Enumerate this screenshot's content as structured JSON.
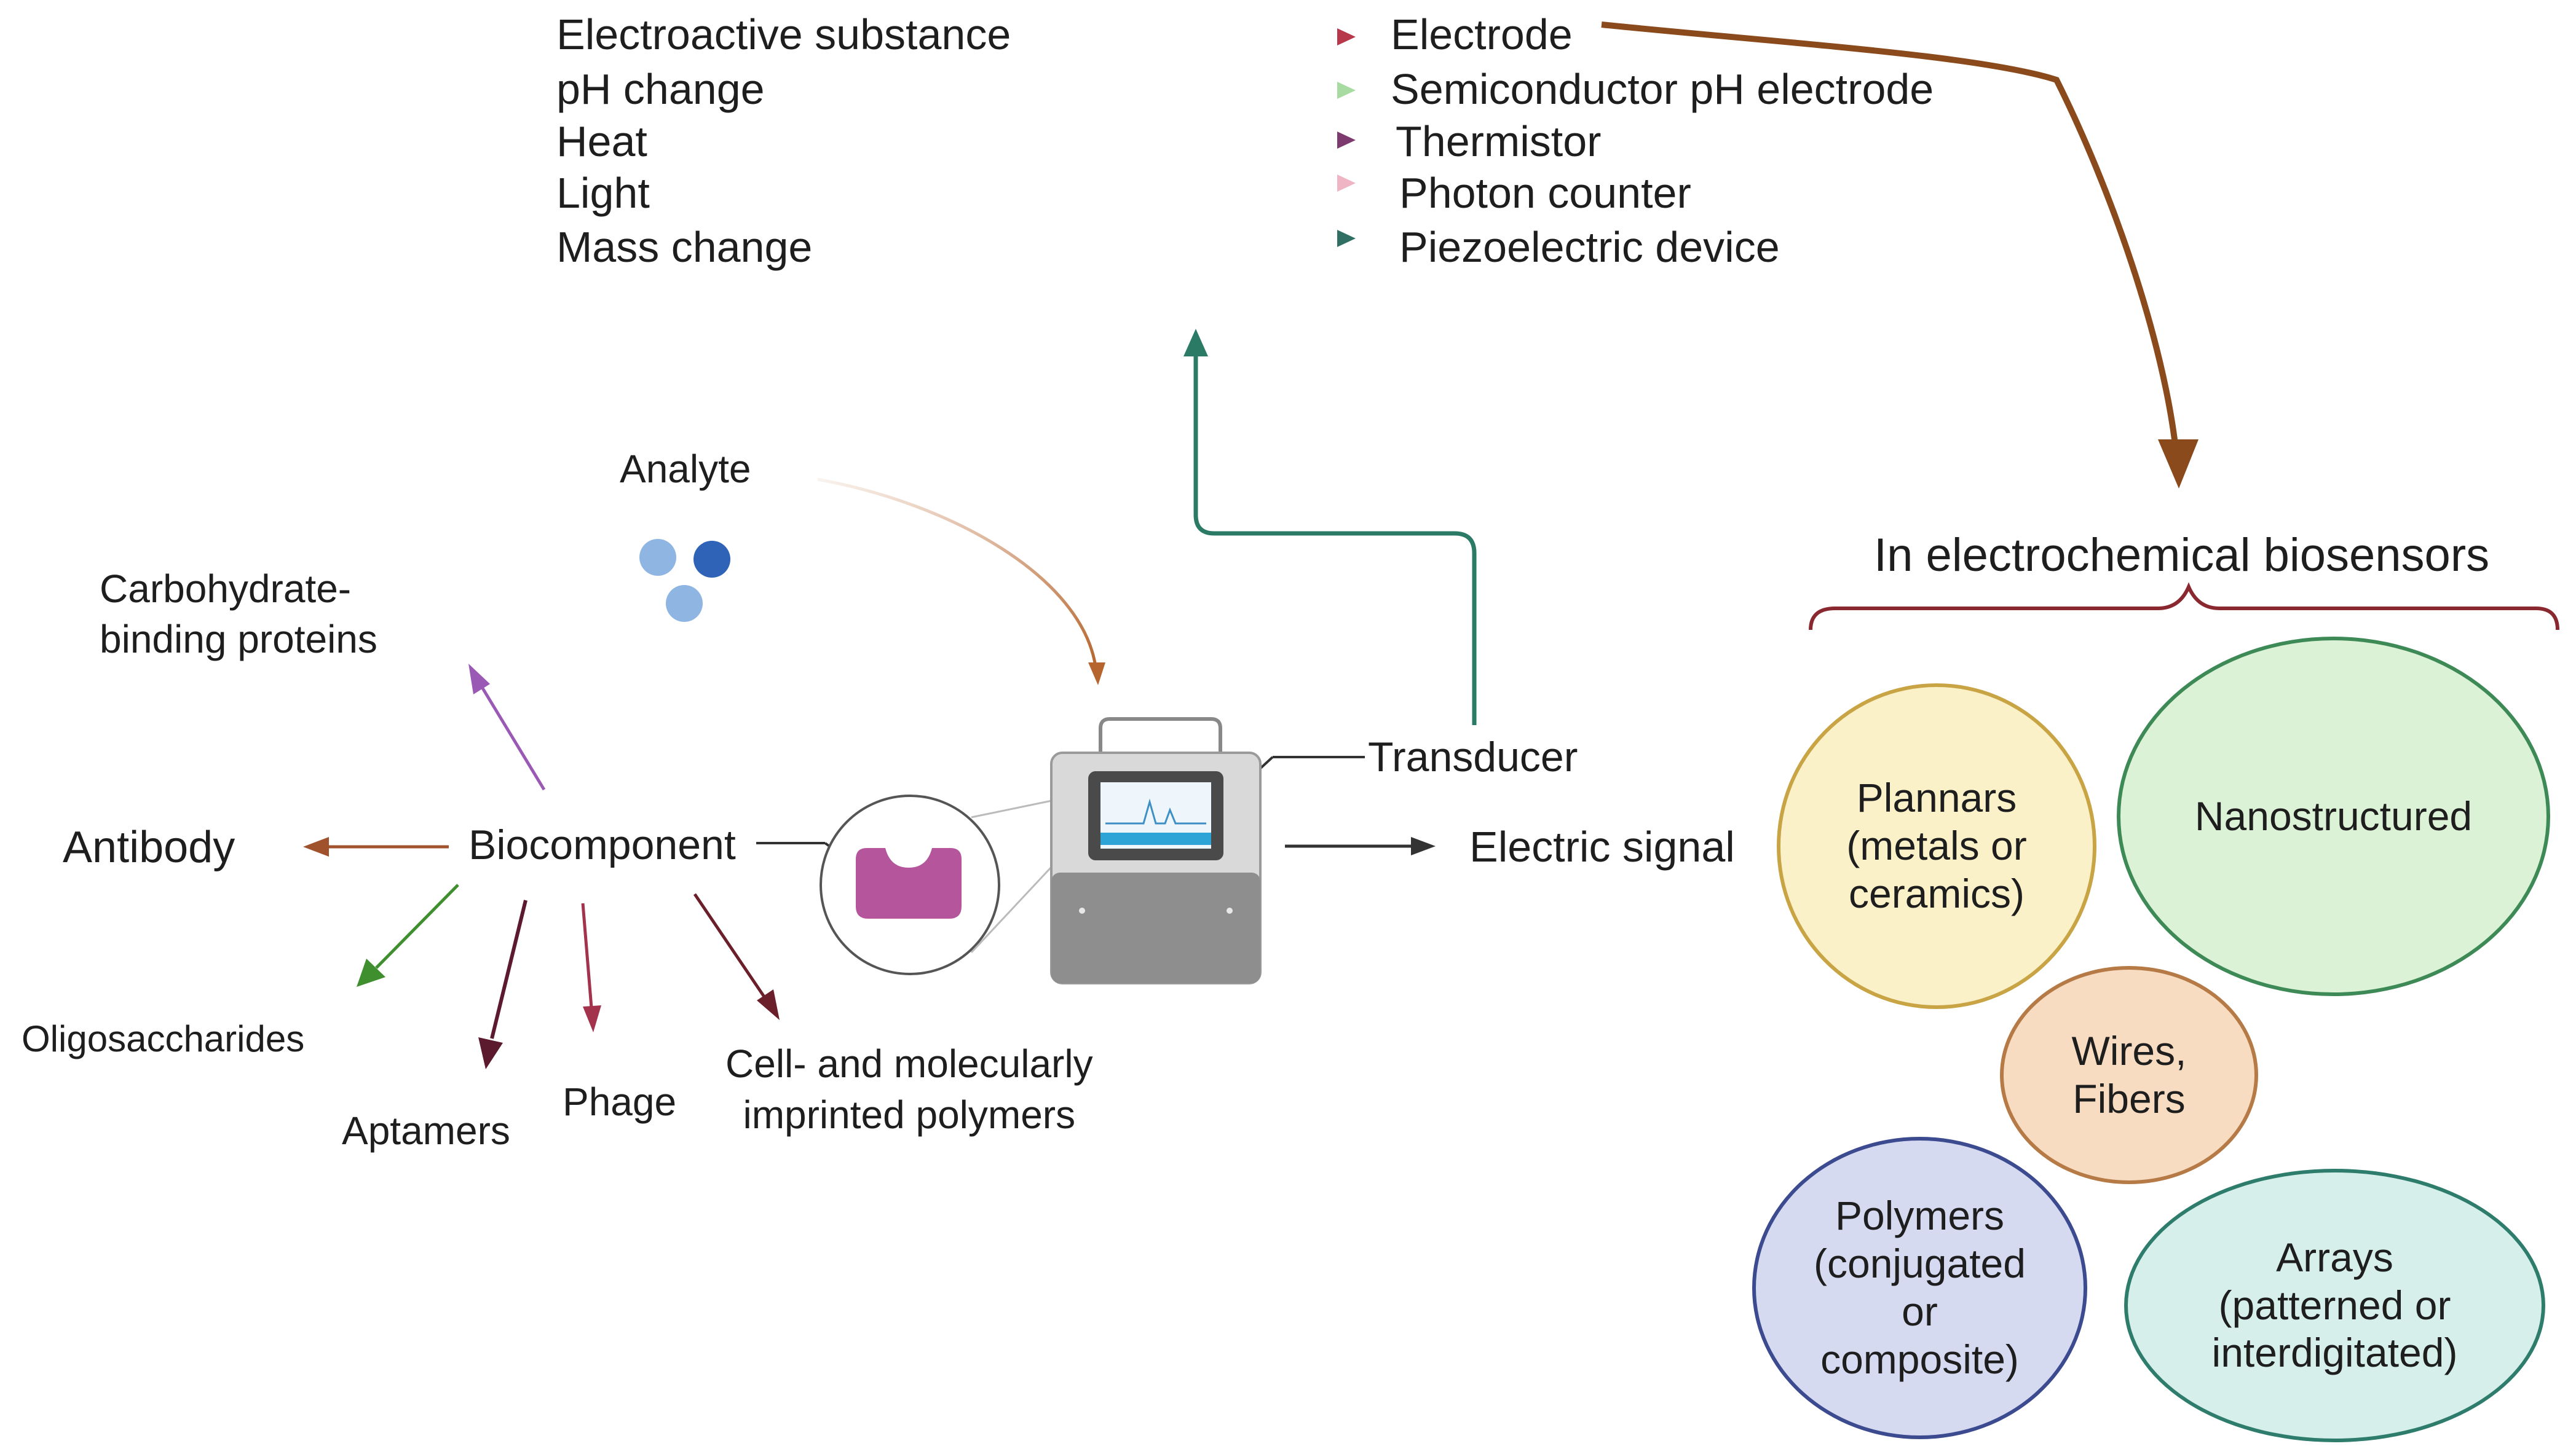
{
  "signal_mapping": [
    {
      "signal": "Electroactive substance",
      "transducer": "Electrode",
      "color": "#b7384b"
    },
    {
      "signal": "pH change",
      "transducer": "Semiconductor pH electrode",
      "color": "#a8dba1"
    },
    {
      "signal": "Heat",
      "transducer": "Thermistor",
      "color": "#7d3a6f"
    },
    {
      "signal": "Light",
      "transducer": "Photon counter",
      "color": "#efb5c4"
    },
    {
      "signal": "Mass change",
      "transducer": "Piezoelectric device",
      "color": "#2f6f64"
    }
  ],
  "center": {
    "analyte": "Analyte",
    "biocomponent": "Biocomponent",
    "transducer": "Transducer",
    "electric_signal": "Electric signal"
  },
  "biocomponents": [
    {
      "label": "Carbohydrate-\nbinding proteins",
      "color": "#9b59b6"
    },
    {
      "label": "Antibody",
      "color": "#a0522d"
    },
    {
      "label": "Oligosaccharides",
      "color": "#3f8f2f"
    },
    {
      "label": "Aptamers",
      "color": "#5c1a2e"
    },
    {
      "label": "Phage",
      "color": "#a3334d"
    },
    {
      "label": "Cell- and molecularly\nimprinted polymers",
      "color": "#6b1f2a"
    }
  ],
  "electrochemical": {
    "title": "In electrochemical biosensors",
    "categories": [
      {
        "label": "Plannars\n(metals or\nceramics)",
        "fill": "#fbf1c9",
        "stroke": "#c9a445"
      },
      {
        "label": "Nanostructured",
        "fill": "#dcf2d6",
        "stroke": "#3e8a57"
      },
      {
        "label": "Wires,\nFibers",
        "fill": "#f7dcc2",
        "stroke": "#b57a45"
      },
      {
        "label": "Polymers\n(conjugated\nor\ncomposite)",
        "fill": "#d5daf0",
        "stroke": "#3c4a8f"
      },
      {
        "label": "Arrays\n(patterned or\ninterdigitated)",
        "fill": "#d6efea",
        "stroke": "#2e7c6c"
      }
    ]
  },
  "colors": {
    "brown_arrow": "#8b4a1c",
    "teal_path": "#2a7a66",
    "brace": "#8a2830",
    "analyte_dots": [
      "#8fb5e3",
      "#2f63b8",
      "#8fb5e3"
    ],
    "receptor": "#b5559c"
  }
}
